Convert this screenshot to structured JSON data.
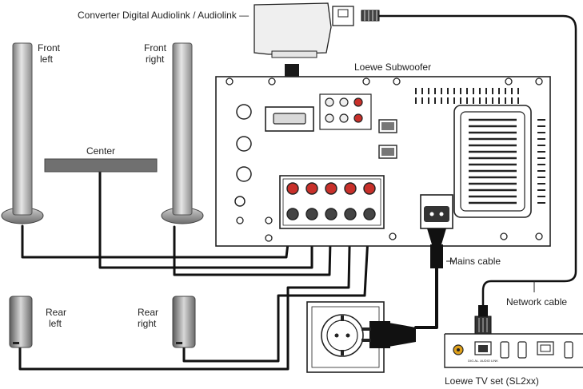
{
  "labels": {
    "converter": "Converter Digital Audiolink / Audiolink —",
    "front_left_1": "Front",
    "front_left_2": "left",
    "front_right_1": "Front",
    "front_right_2": "right",
    "center": "Center",
    "subwoofer": "Loewe Subwoofer",
    "mains_cable": "Mains cable",
    "network_cable": "Network cable",
    "rear_left_1": "Rear",
    "rear_left_2": "left",
    "rear_right_1": "Rear",
    "rear_right_2": "right",
    "tv_set": "Loewe TV set (SL2xx)",
    "tv_port_small": "DIG.AL. AUDIO LINK"
  },
  "icons": {
    "converter": "converter-box-icon",
    "speaker": "tower-speaker-icon",
    "socket": "power-socket-icon",
    "plug": "network-plug-icon"
  },
  "colors": {
    "speaker_dark": "#6e6e6e",
    "speaker_light": "#d4d4d4",
    "cable": "#111111",
    "jack_red": "#c8302a",
    "jack_yellow": "#e0a11b"
  }
}
